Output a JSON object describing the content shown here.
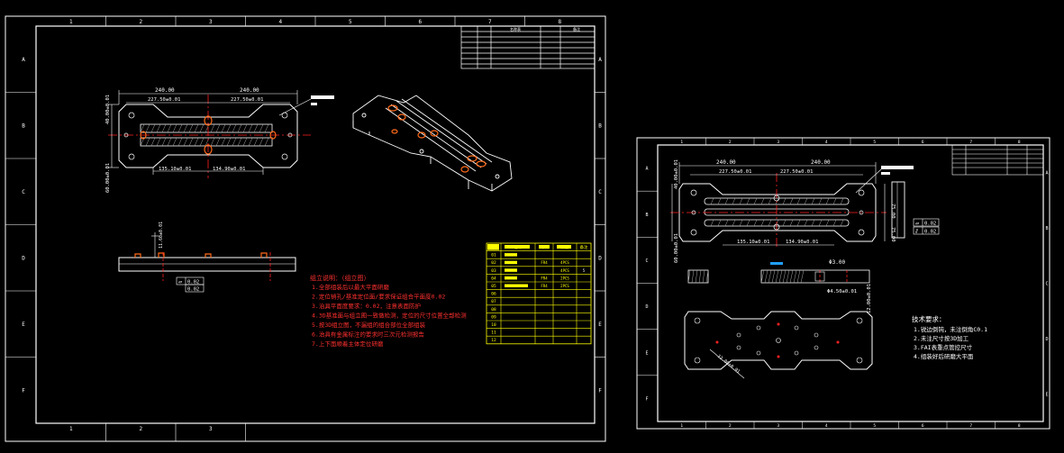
{
  "colors": {
    "background": "#000000",
    "line": "#ffffff",
    "dim": "#ffffff",
    "center": "#ff2020",
    "accent": "#ff6a1a",
    "note": "#ff3030",
    "table": "#ffff00",
    "tech": "#ffffff",
    "hatch": "#b0b0b0",
    "cyan": "#20a0ff"
  },
  "sheet1": {
    "col_markers": [
      "1",
      "2",
      "3",
      "4",
      "5",
      "6",
      "7",
      "8"
    ],
    "row_markers": [
      "A",
      "B",
      "C",
      "D",
      "E",
      "F"
    ],
    "bottom_col_markers": [
      "1",
      "2",
      "3"
    ],
    "title_block": {
      "header": [
        "",
        "名称表",
        "",
        "备注"
      ]
    },
    "dims": {
      "d240_left": "240.00",
      "d240_right": "240.00",
      "d227_left": "227.50±0.01",
      "d227_right": "227.50±0.01",
      "d135": "135.10±0.01",
      "d134": "134.90±0.01",
      "v_top": "40.00±0.01",
      "v_bot": "60.00±0.01",
      "side_h": "11.60±0.01"
    },
    "flatness": {
      "sym": "▱",
      "val": "0.02"
    },
    "assembly_notes": {
      "title": "组立说明：（组立图）",
      "lines": [
        "1.全部组装后以最大平面研磨",
        "2.定位销孔/基准定位面/要求保证组合平面度0.02",
        "3.治具平面度要求：0.02，注意表面防护",
        "4.3D基准面与组立图一致做检测，定位的尺寸位置全部检测",
        "5.按3D组立图，不漏组的组合部位全部组装",
        "6.治具有金属标注的要求时三次元检测报告",
        "7.上下面顺着主体定位研磨"
      ]
    },
    "bom": {
      "header": [
        "序号",
        "名称",
        "材料",
        "数量",
        "备注"
      ],
      "rows": [
        [
          "01",
          "",
          "",
          "",
          "",
          ""
        ],
        [
          "02",
          "",
          "FR4",
          "4PCS",
          ""
        ],
        [
          "03",
          "",
          "",
          "4PCS",
          "5"
        ],
        [
          "04",
          "",
          "FR4",
          "2PCS",
          ""
        ],
        [
          "05",
          "",
          "FR4",
          "2PCS",
          ""
        ],
        [
          "06",
          "",
          "",
          "",
          "",
          ""
        ],
        [
          "07",
          "",
          "",
          "",
          "",
          ""
        ],
        [
          "08",
          "",
          "",
          "",
          "",
          ""
        ],
        [
          "09",
          "",
          "",
          "",
          "",
          ""
        ],
        [
          "10",
          "",
          "",
          "",
          "",
          ""
        ],
        [
          "11",
          "",
          "",
          "",
          "",
          ""
        ],
        [
          "12",
          "",
          "",
          "",
          "",
          ""
        ]
      ]
    }
  },
  "sheet2": {
    "col_markers": [
      "1",
      "2",
      "3",
      "4",
      "5",
      "6",
      "7",
      "8"
    ],
    "row_markers": [
      "A",
      "B",
      "C",
      "D",
      "E",
      "F"
    ],
    "right_row_markers": [
      "A",
      "B",
      "C",
      "D",
      "E"
    ],
    "dims": {
      "d240_left": "240.00",
      "d240_right": "240.00",
      "d227_left": "227.50±0.01",
      "d227_right": "227.50±0.01",
      "d135": "135.10±0.01",
      "d134": "134.90±0.01",
      "v75a": "75.00",
      "v75b": "75.00",
      "v_left": "60.00±0.01",
      "v_side": "40.00±0.01",
      "dia": "Φ3.00",
      "slot": "Φ4.50±0.01",
      "depth": "12.00±0.01",
      "bottom_note": "12.00±0.01"
    },
    "flatness": [
      {
        "sym": "▱",
        "val": "0.02"
      },
      {
        "sym": "⫽",
        "val": "0.02"
      }
    ],
    "tech_req": {
      "title": "技术要求：",
      "lines": [
        "1.锐边倒钝，未注倒角C0.1",
        "2.未注尺寸按3D加工",
        "3.FAI表重点管控尺寸",
        "4.组装好后研磨大平面"
      ]
    }
  }
}
